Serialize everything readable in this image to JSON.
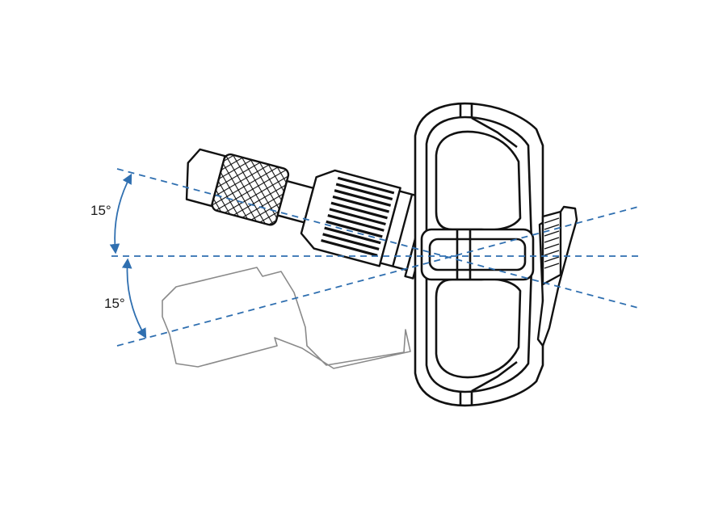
{
  "angles": {
    "upper_label": "15°",
    "lower_label": "15°",
    "upper_degrees": 15,
    "lower_degrees": 15
  },
  "colors": {
    "guide_line": "#2f6fb0",
    "outline": "#111111",
    "ghost": "#8a8a8a",
    "background": "#ffffff"
  }
}
